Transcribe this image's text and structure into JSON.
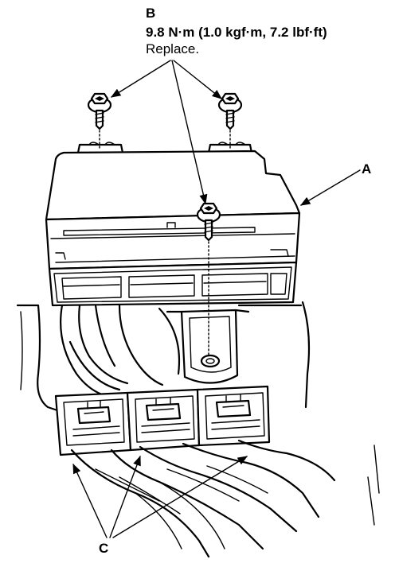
{
  "labels": {
    "b": "B",
    "torque_spec": "9.8 N·m (1.0 kgf·m, 7.2 lbf·ft)",
    "note": "Replace.",
    "a": "A",
    "c": "C"
  },
  "colors": {
    "ink": "#000000",
    "paper": "#ffffff"
  }
}
